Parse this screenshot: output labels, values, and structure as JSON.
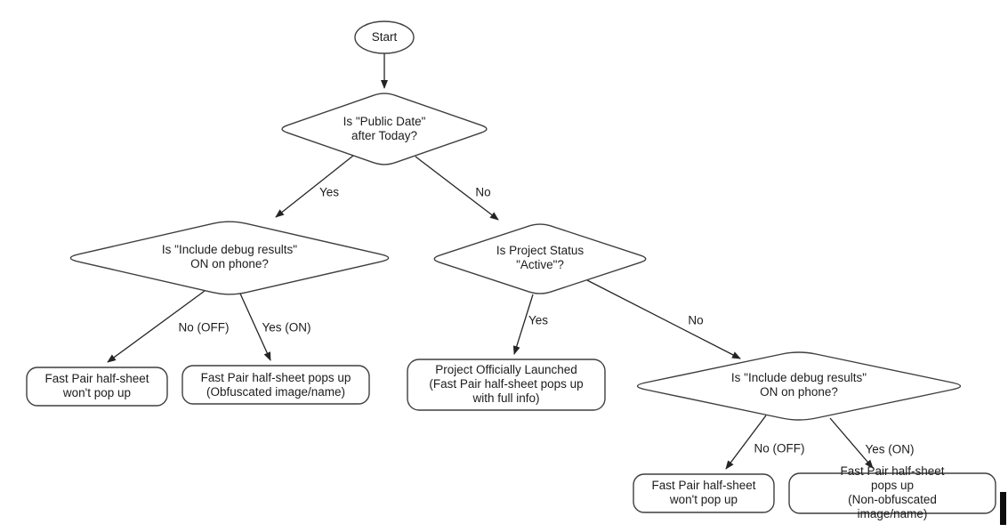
{
  "colors": {
    "background": "#ffffff",
    "shape_stroke": "#3f3f3f",
    "arrow": "#242424",
    "text": "#1c1c1c",
    "cursor_bar": "#0d0d0d"
  },
  "nodes": {
    "start": {
      "shape": "oval",
      "label": "Start"
    },
    "d1": {
      "shape": "diamond",
      "label": "Is \"Public Date\"\nafter Today?"
    },
    "d2": {
      "shape": "diamond",
      "label": "Is \"Include debug results\"\nON on phone?"
    },
    "d3": {
      "shape": "diamond",
      "label": "Is Project Status\n\"Active\"?"
    },
    "d4": {
      "shape": "diamond",
      "label": "Is \"Include debug results\"\nON on phone?"
    },
    "b1": {
      "shape": "rounded-box",
      "label": "Fast Pair half-sheet\nwon't pop up"
    },
    "b2": {
      "shape": "rounded-box",
      "label": "Fast Pair half-sheet pops up\n(Obfuscated image/name)"
    },
    "b3": {
      "shape": "rounded-box",
      "label": "Project Officially Launched\n(Fast Pair half-sheet pops up\nwith full info)"
    },
    "b4": {
      "shape": "rounded-box",
      "label": "Fast Pair half-sheet\nwon't pop up"
    },
    "b5": {
      "shape": "rounded-box",
      "label": "Fast Pair half-sheet pops up\n(Non-obfuscated image/name)"
    }
  },
  "edges": {
    "d1_yes": "Yes",
    "d1_no": "No",
    "d2_no": "No (OFF)",
    "d2_yes": "Yes (ON)",
    "d3_yes": "Yes",
    "d3_no": "No",
    "d4_no": "No (OFF)",
    "d4_yes": "Yes (ON)"
  }
}
